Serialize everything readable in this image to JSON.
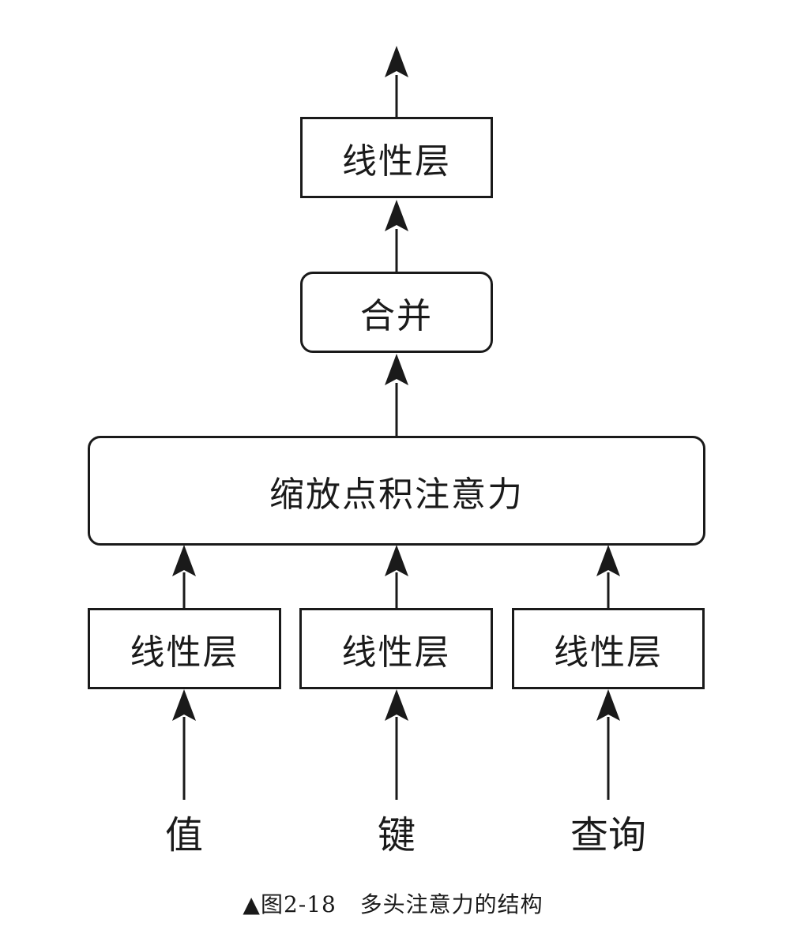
{
  "diagram": {
    "top_linear": "线性层",
    "concat": "合并",
    "attention": "缩放点积注意力",
    "linear_v": "线性层",
    "linear_k": "线性层",
    "linear_q": "线性层",
    "input_v": "值",
    "input_k": "键",
    "input_q": "查询"
  },
  "caption": {
    "marker": "▲",
    "figure_number": "图2-18",
    "title": "多头注意力的结构"
  }
}
